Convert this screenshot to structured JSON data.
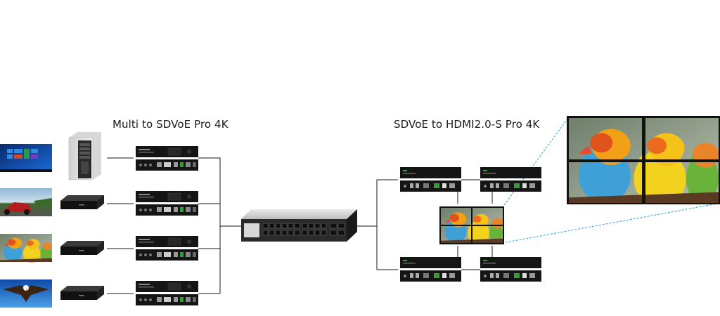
{
  "headings": {
    "left": "Multi to SDVoE Pro 4K",
    "right": "SDVoE to HDMI2.0-S Pro 4K"
  },
  "sources": [
    {
      "type": "monitor",
      "content": "windows-desktop",
      "device": "computer-tower-icon"
    },
    {
      "type": "monitor",
      "content": "racing-game",
      "device": "media-player-icon"
    },
    {
      "type": "monitor",
      "content": "parrots",
      "device": "media-player-icon"
    },
    {
      "type": "monitor",
      "content": "eagle",
      "device": "media-player-icon"
    }
  ],
  "encoders": {
    "count": 4,
    "label": "Multi to SDVoE Pro 4K"
  },
  "switch": {
    "icon": "network-switch-icon"
  },
  "decoders": {
    "count": 4,
    "label": "SDVoE to HDMI2.0-S Pro 4K"
  },
  "video_wall": {
    "rows": 2,
    "cols": 2,
    "content": "parrots"
  },
  "colors": {
    "cable": "#1a1a1a",
    "zoom_line": "#2aa3dc",
    "device_body": "#151515",
    "device_accent": "#3a9a3a"
  }
}
